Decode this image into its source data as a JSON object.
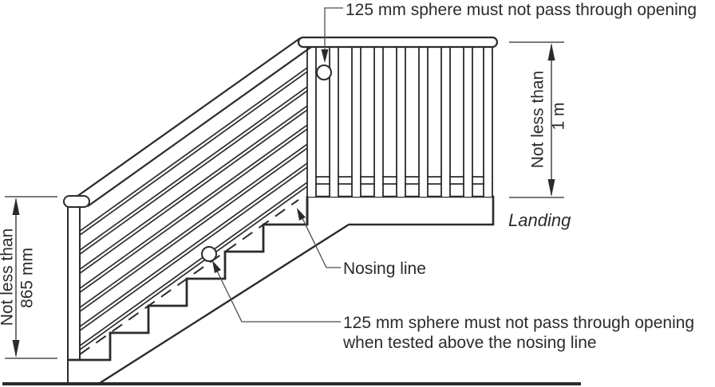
{
  "figure": {
    "type": "building-code stair balustrade diagram",
    "annotations": {
      "top_note": "125 mm sphere must not pass through opening",
      "nosing_line_label": "Nosing line",
      "bottom_note_line1": "125 mm sphere must not pass through opening",
      "bottom_note_line2": "when tested above the nosing line",
      "landing_label": "Landing"
    },
    "dimensions": {
      "landing_guard_height": {
        "line1": "Not less than",
        "line2": "1 m"
      },
      "stair_rail_height": {
        "line1": "Not less than",
        "line2": "865 mm"
      }
    },
    "colors": {
      "ink": "#2b2b2b",
      "leader": "#4d4d4d",
      "background": "#ffffff"
    }
  }
}
